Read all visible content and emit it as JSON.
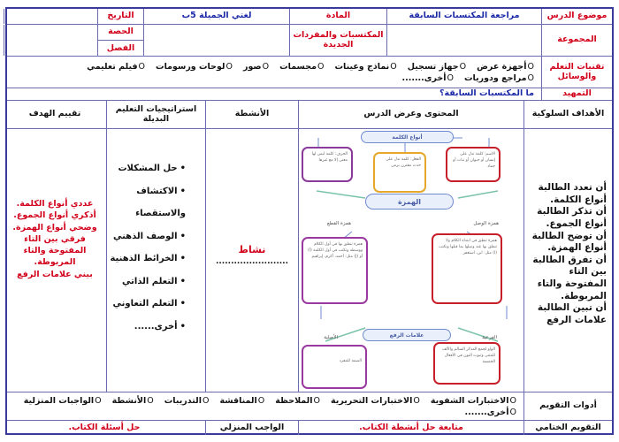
{
  "header": {
    "subject_label": "موضوع الدرس",
    "subject_value": "مراجعة المكتسبات السابقة",
    "material_label": "المادة",
    "material_value": "لغتي الجميلة 5ب",
    "date_label": "التاريخ",
    "group_label": "المجموعة",
    "vocab_label": "المكتسبات والمفردات الجديدة",
    "period_label": "الحصة",
    "class_label": "الفصل"
  },
  "resources": {
    "label": "تقنيات التعلم والوسائل",
    "options": [
      "أجهزة عرض",
      "جهاز تسجيل",
      "نماذج وعينات",
      "مجسمات",
      "صور",
      "لوحات ورسومات",
      "فيلم تعليمي",
      "مراجع ودوريات",
      "أخرى......."
    ]
  },
  "intro": {
    "label": "التمهيد",
    "question": "ما المكتسبات السابقة؟"
  },
  "columns": {
    "objectives": "الأهداف السلوكية",
    "content": "المحتوى وعرض الدرس",
    "activities": "الأنشطة",
    "strategies": "استراتيجيات التعليم البديلة",
    "evaluation": "تقييم الهدف"
  },
  "objectives": [
    "أن تعدد الطالبة أنواع الكلمة.",
    "أن تذكر الطالبة أنواع الجموع.",
    "أن توضح الطالبة أنواع الهمزة.",
    "أن تفرق الطالبة بين التاء المفتوحة والتاء المربوطة.",
    "أن تبين الطالبة علامات الرفع"
  ],
  "activity": {
    "title": "نشاط",
    "dots": "........................"
  },
  "strategies": [
    "حل المشكلات",
    "الاكتشاف والاستقصاء",
    "الوصف الذهني",
    "الخرائط الذهنية",
    "التعلم الذاتي",
    "التعلم التعاوني",
    "أخرى......"
  ],
  "evaluation": [
    "عددي أنواع الكلمة.",
    "أذكري أنواع الجموع.",
    "وضحي أنواع الهمزة.",
    "فرقي بين التاء المفتوحة والتاء المربوطة.",
    "بيني علامات الرفع"
  ],
  "diagram": {
    "word_types": "أنواع الكلمة",
    "hamza": "الهمزة",
    "hamza_wasl": "همزة الوصل",
    "hamza_qat": "همزة القطع",
    "raf_signs": "علامات الرفع",
    "raf_original": "الأصلية",
    "raf_branch": "الفرعية",
    "raf_original_box": "الضمة للمفرد",
    "hamza_qat_text": "همزة تنطق بها في أول الكلام ووسطه وتكتب في أول الكلمة (أ) أو (إ) مثل: أحمد، أكرم، إبراهيم",
    "hamza_wasl_text": "همزة تنطق في ابتداء الكلام ولا تنطق بها عند وصلها بما قبلها وتكتب (ا) مثل: ابن، استغفر",
    "raf_branch_text": "الواو لجمع المذكر السالم والألف للمثنى وثبوت النون في الأفعال الخمسة",
    "box_noun": "الاسم: كلمة تدل على إنسان أو حيوان أو نبات أو جماد",
    "box_verb": "الفعل: كلمة تدل على حدث مقترن بزمن",
    "box_letter": "الحرف: كلمة ليس لها معنى إلا مع غيرها"
  },
  "assessment": {
    "label": "أدوات التقويم",
    "options": [
      "الاختبارات الشفوية",
      "الاختبارات التحريرية",
      "الملاحظة",
      "المناقشة",
      "التدريبات",
      "الأنشطة",
      "الواجبات المنزلية",
      "أخرى......."
    ]
  },
  "footer": {
    "final_label": "التقويم الختامي",
    "final_value": "متابعة حل أنشطة الكتاب.",
    "homework_label": "الواجب المنزلي",
    "homework_value": "حل أسئلة الكتاب."
  },
  "colors": {
    "accent_red": "#d2001a",
    "accent_blue": "#1c2aa8",
    "border": "#3a3a9a"
  }
}
